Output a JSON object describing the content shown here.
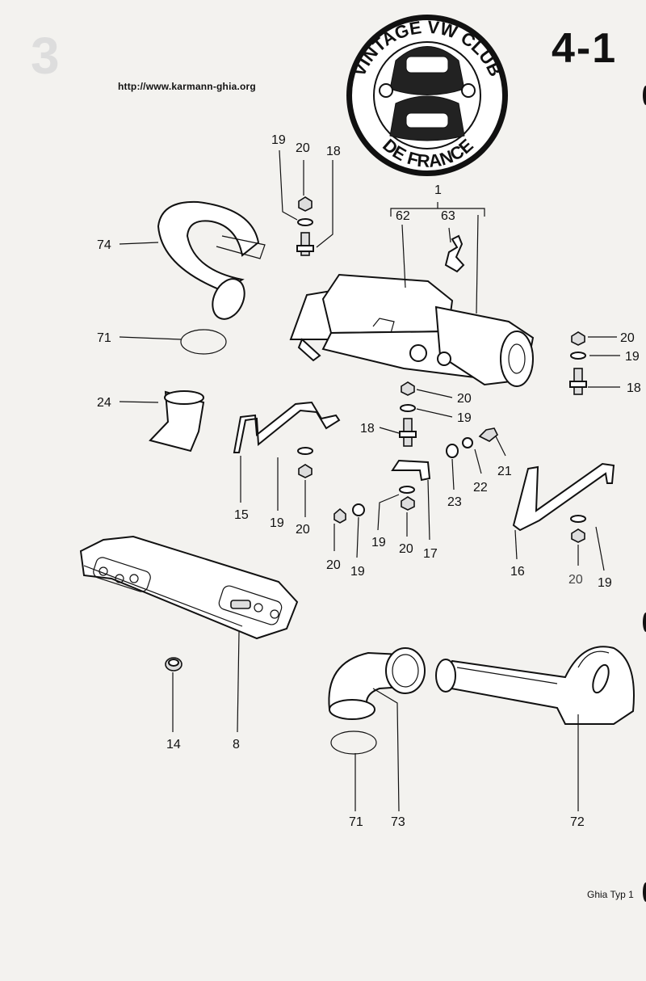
{
  "header": {
    "url": "http://www.karmann-ghia.org",
    "page_number": "4-1",
    "logo_text_top": "VINTAGE VW CLUB",
    "logo_text_bottom": "DE FRANCE"
  },
  "footer": {
    "model": "Ghia Typ 1"
  },
  "callouts": {
    "c1": "1",
    "c62": "62",
    "c63": "63",
    "c19a": "19",
    "c20a": "20",
    "c18a": "18",
    "c74": "74",
    "c71a": "71",
    "c24": "24",
    "c20b": "20",
    "c19b": "19",
    "c18b": "18",
    "c20c": "20",
    "c19c": "19",
    "c18c": "18",
    "c15": "15",
    "c19d": "19",
    "c20d": "20",
    "c23": "23",
    "c22": "22",
    "c21": "21",
    "c19e": "19",
    "c20e": "20",
    "c17": "17",
    "c20f": "20",
    "c19f": "19",
    "c16": "16",
    "c20g": "20",
    "c19g": "19",
    "c14": "14",
    "c8": "8",
    "c71b": "71",
    "c73": "73",
    "c72": "72"
  }
}
